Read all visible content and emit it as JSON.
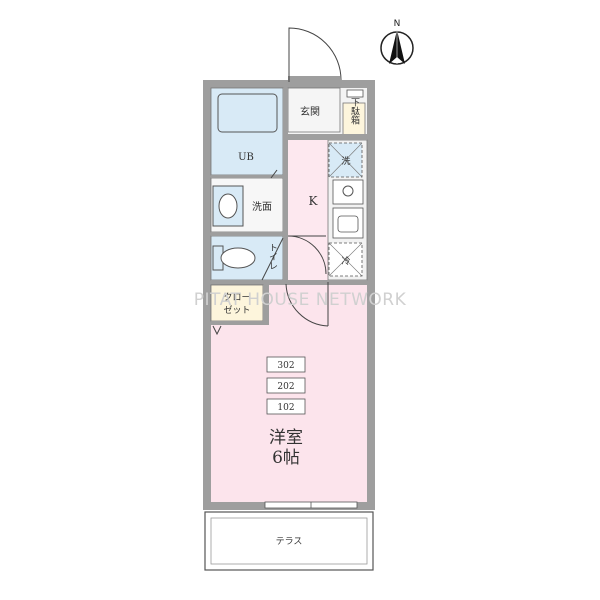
{
  "compass": {
    "label": "N"
  },
  "rooms": {
    "entrance": "玄関",
    "shoe_box": "下駄箱",
    "unit_bath": "UB",
    "washroom": "洗面",
    "kitchen": "K",
    "washer": "洗",
    "fridge": "冷",
    "toilet": "トイレ",
    "closet_line1": "クロー",
    "closet_line2": "ゼット",
    "western_room": "洋室",
    "western_room_size": "6帖",
    "terrace": "テラス"
  },
  "unit_numbers": [
    "302",
    "202",
    "102"
  ],
  "watermark": "PITAT HOUSE NETWORK",
  "colors": {
    "wall": "#9e9e9e",
    "western_room": "#fce4ec",
    "kitchen": "#fde8ef",
    "wet_area": "#d8eaf6",
    "closet": "#fdf5dc",
    "hall": "#f3f3f3"
  }
}
